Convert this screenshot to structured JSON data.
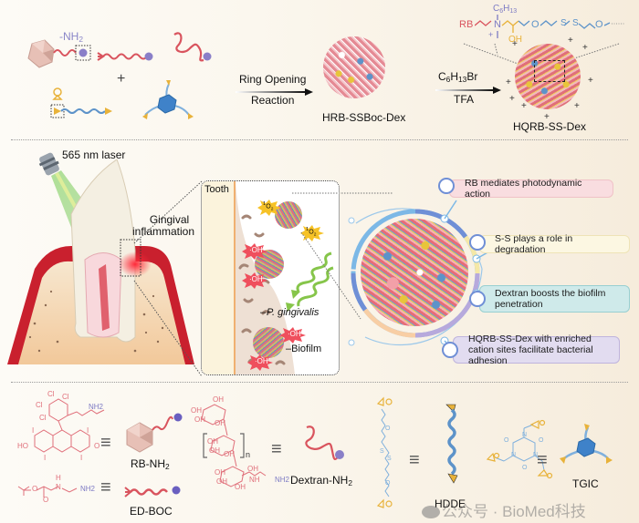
{
  "top_panel": {
    "nh2_label": "-NH",
    "nh2_sub": "2",
    "plus_sign": "+",
    "arrow1_top": "Ring Opening",
    "arrow1_bottom": "Reaction",
    "product1": "HRB-SSBoc-Dex",
    "arrow2_top_pre": "C",
    "arrow2_top_sub1": "6",
    "arrow2_top_mid": "H",
    "arrow2_top_sub2": "13",
    "arrow2_top_post": "Br",
    "arrow2_bottom": "TFA",
    "product2": "HQRB-SS-Dex",
    "structure": {
      "rb": "RB",
      "n": "N",
      "charge": "+",
      "substituent": "C6H13",
      "oh": "OH",
      "o1": "O",
      "s1": "S",
      "s2": "S",
      "o2": "O"
    }
  },
  "middle_panel": {
    "laser_label": "565 nm laser",
    "inflammation_label_1": "Gingival",
    "inflammation_label_2": "inflammation",
    "tooth_label": "Tooth",
    "singlet_oxygen": "1O2",
    "hydroxyl": "·OH",
    "bacteria_label": "P. gingivalis",
    "biofilm_label": "Biofilm",
    "features": [
      {
        "text": "RB mediates photodynamic action",
        "color": "#f9dde0",
        "border": "#f0c2c7"
      },
      {
        "text": "S-S plays a role in degradation",
        "color": "#fcf7e2",
        "border": "#eee3b6"
      },
      {
        "text": "Dextran boosts the biofilm penetration",
        "color": "#cfeaea",
        "border": "#98cfd1"
      },
      {
        "text": "HQRB-SS-Dex with enriched cation sites facilitate bacterial adhesion",
        "color": "#e2dcf0",
        "border": "#bfb4dd"
      }
    ]
  },
  "bottom_panel": {
    "equiv": "≡",
    "rb_nh2": "RB-NH",
    "rb_nh2_sub": "2",
    "ed_boc": "ED-BOC",
    "dextran_nh2": "Dextran-NH",
    "dextran_nh2_sub": "2",
    "dextran_n": "n",
    "hdde": "HDDE",
    "tgic": "TGIC",
    "atoms": {
      "cl": "Cl",
      "i": "I",
      "ho": "HO",
      "o": "O",
      "nh2": "NH2",
      "h": "H",
      "oh": "OH",
      "nh": "NH",
      "s": "S",
      "n": "N"
    }
  },
  "watermark": "公众号 · BioMed科技",
  "colors": {
    "rb_red": "#d9545e",
    "polymer_blue": "#5d93c9",
    "epoxide_gold": "#e8b23a",
    "amine_purple": "#7d7bc4",
    "laser_green": "#7ecb6a"
  }
}
